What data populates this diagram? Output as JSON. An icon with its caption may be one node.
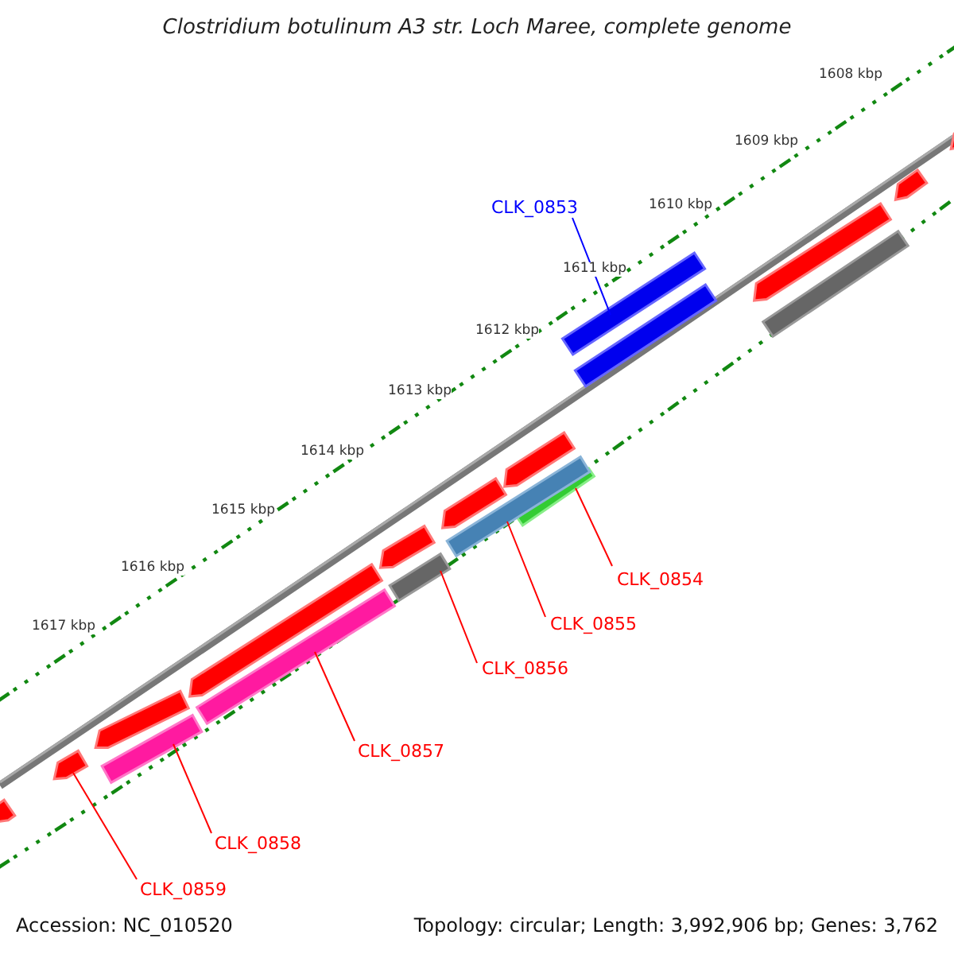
{
  "diagram": {
    "title": "Clostridium botulinum A3 str. Loch Maree, complete genome",
    "nodes": [
      {
        "text": [
          "CLK_0853"
        ]
      },
      {
        "text": [
          "CLK_0854"
        ]
      },
      {
        "text": [
          "CLK_0855"
        ]
      },
      {
        "text": [
          "CLK_0856"
        ]
      },
      {
        "text": [
          "CLK_0857"
        ]
      },
      {
        "text": [
          "CLK_0858"
        ]
      },
      {
        "text": [
          "CLK_0859"
        ]
      },
      {
        "text": [],
        "shape": "bar"
      },
      {
        "text": [],
        "shape": "bar"
      },
      {
        "text": [],
        "shape": "bar"
      },
      {
        "text": [],
        "shape": "bar"
      },
      {
        "text": [],
        "shape": "bar"
      },
      {
        "text": [],
        "shape": "bar"
      },
      {
        "text": [],
        "shape": "arrow"
      },
      {
        "text": [],
        "shape": "arrow"
      },
      {
        "text": [],
        "shape": "arrow"
      },
      {
        "text": [],
        "shape": "arrow"
      },
      {
        "text": [],
        "shape": "bar"
      },
      {
        "text": [],
        "shape": "arrow"
      },
      {
        "text": [],
        "shape": "arrow"
      },
      {
        "text": [],
        "shape": "arrow"
      },
      {
        "text": [],
        "shape": "arrow"
      },
      {
        "text": [],
        "shape": "arrow"
      },
      {
        "text": [],
        "shape": "arrow"
      },
      {
        "text": [],
        "shape": "bar"
      }
    ],
    "edges": [
      {
        "from": 0,
        "to": 7,
        "arrow": "none",
        "color": "#0000ff"
      },
      {
        "from": 1,
        "to": 8,
        "arrow": "none"
      },
      {
        "from": 2,
        "to": 9,
        "arrow": "none"
      },
      {
        "from": 3,
        "to": 10,
        "arrow": "none"
      },
      {
        "from": 4,
        "to": 11,
        "arrow": "none"
      },
      {
        "from": 5,
        "to": 12,
        "arrow": "none"
      },
      {
        "from": 6,
        "to": 13,
        "arrow": "none"
      }
    ],
    "labels": [
      "1608 kbp",
      "1609 kbp",
      "1610 kbp",
      "1611 kbp",
      "1612 kbp",
      "1613 kbp",
      "1614 kbp",
      "1615 kbp",
      "1616 kbp",
      "1617 kbp",
      "Accession: NC_010520",
      "Topology: circular; Length: 3,992,906 bp; Genes: 3,762"
    ]
  }
}
